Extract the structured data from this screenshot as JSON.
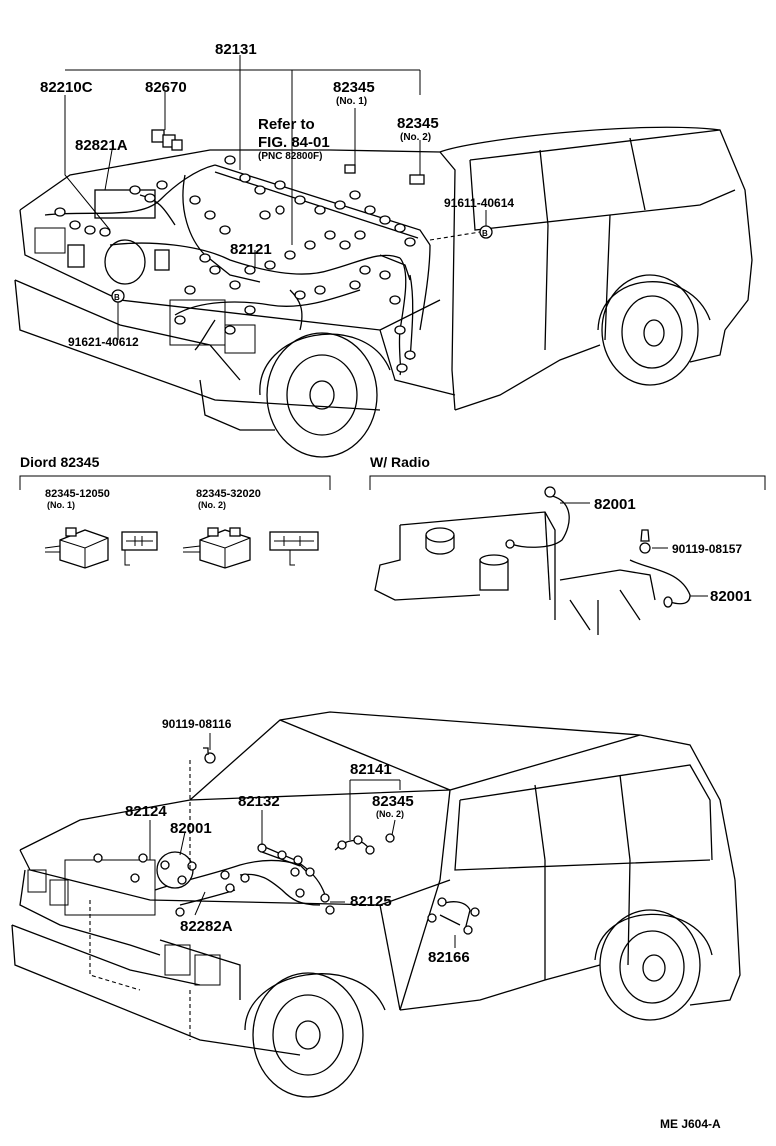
{
  "top_view": {
    "labels": {
      "p82131": "82131",
      "p82210c": "82210C",
      "p82670": "82670",
      "p82345a": "82345",
      "p82345a_sub": "(No. 1)",
      "p82345b": "82345",
      "p82345b_sub": "(No. 2)",
      "p82821a": "82821A",
      "refer1": "Refer to",
      "refer2": "FIG. 84-01",
      "refer3": "(PNC 82800F)",
      "p91611": "91611-40614",
      "p82121": "82121",
      "p91621": "91621-40612",
      "bolt_mark_b1": "B",
      "bolt_mark_b2": "B"
    }
  },
  "diord_section": {
    "title": "Diord 82345",
    "item1_part": "82345-12050",
    "item1_sub": "(No. 1)",
    "item2_part": "82345-32020",
    "item2_sub": "(No. 2)"
  },
  "radio_section": {
    "title": "W/ Radio",
    "p82001a": "82001",
    "p90119": "90119-08157",
    "p82001b": "82001"
  },
  "bottom_view": {
    "labels": {
      "p90119": "90119-08116",
      "p82141": "82141",
      "p82345": "82345",
      "p82345_sub": "(No. 2)",
      "p82124": "82124",
      "p82132": "82132",
      "p82001": "82001",
      "p82125": "82125",
      "p82282a": "82282A",
      "p82166": "82166"
    }
  },
  "footer": {
    "code": "ME  J604-A"
  }
}
